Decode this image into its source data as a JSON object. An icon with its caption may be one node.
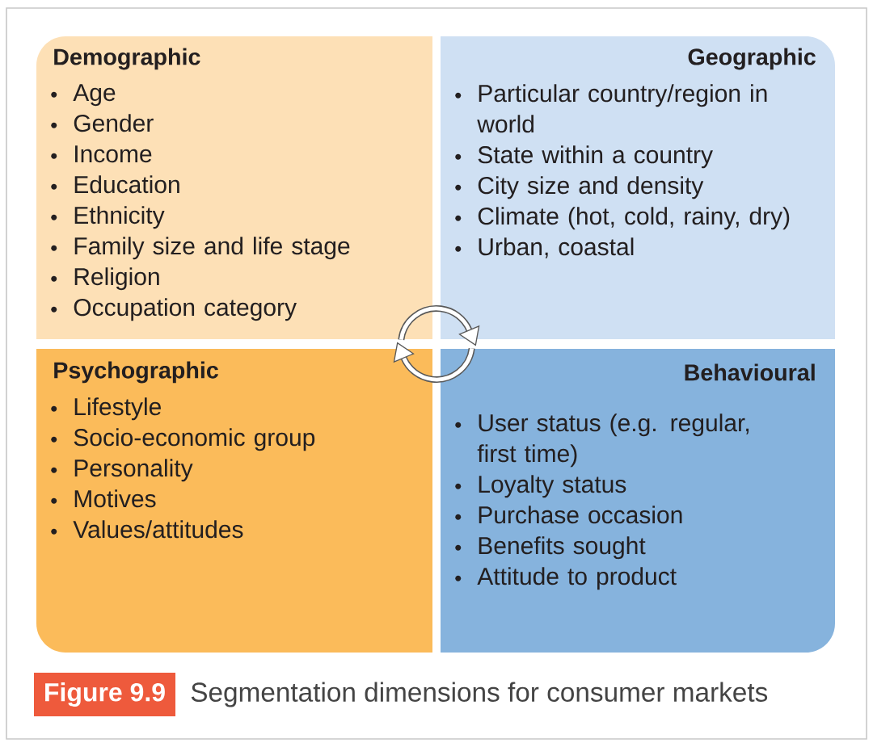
{
  "diagram": {
    "caption": "Segmentation dimensions for consumer markets",
    "nodes": [
      {
        "text": [
          "Demographic",
          "Age",
          "Gender",
          "Income",
          "Education",
          "Ethnicity",
          "Family size and life stage",
          "Religion",
          "Occupation category"
        ]
      },
      {
        "text": [
          "Geographic",
          "Particular country/region in world",
          "State within a country",
          "City size and density",
          "Climate (hot, cold, rainy, dry)",
          "Urban, coastal"
        ]
      },
      {
        "text": [
          "Psychographic",
          "Lifestyle",
          "Socio-economic group",
          "Personality",
          "Motives",
          "Values/attitudes"
        ]
      },
      {
        "text": [
          "Behavioural",
          "User status (e.g. regular, first time)",
          "Loyalty status",
          "Purchase occasion",
          "Benefits sought",
          "Attitude to product"
        ]
      }
    ],
    "edges": [
      {
        "from": 0,
        "to": 1,
        "arrow": "to"
      },
      {
        "from": 3,
        "to": 2,
        "arrow": "to"
      }
    ],
    "labels": [
      "Figure 9.9"
    ]
  }
}
